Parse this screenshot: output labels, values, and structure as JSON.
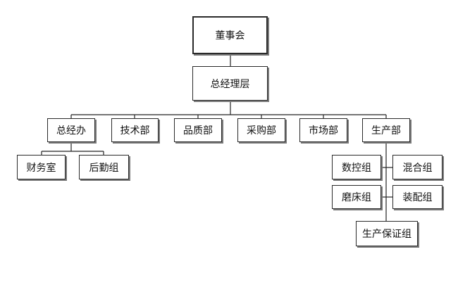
{
  "org_chart": {
    "board": "董事会",
    "management": "总经理层",
    "departments": [
      {
        "label": "总经办",
        "children": [
          "财务室",
          "后勤组"
        ]
      },
      {
        "label": "技术部",
        "children": []
      },
      {
        "label": "品质部",
        "children": []
      },
      {
        "label": "采购部",
        "children": []
      },
      {
        "label": "市场部",
        "children": []
      },
      {
        "label": "生产部",
        "children": [
          "数控组",
          "混合组",
          "磨床组",
          "装配组",
          "生产保证组"
        ]
      }
    ]
  }
}
